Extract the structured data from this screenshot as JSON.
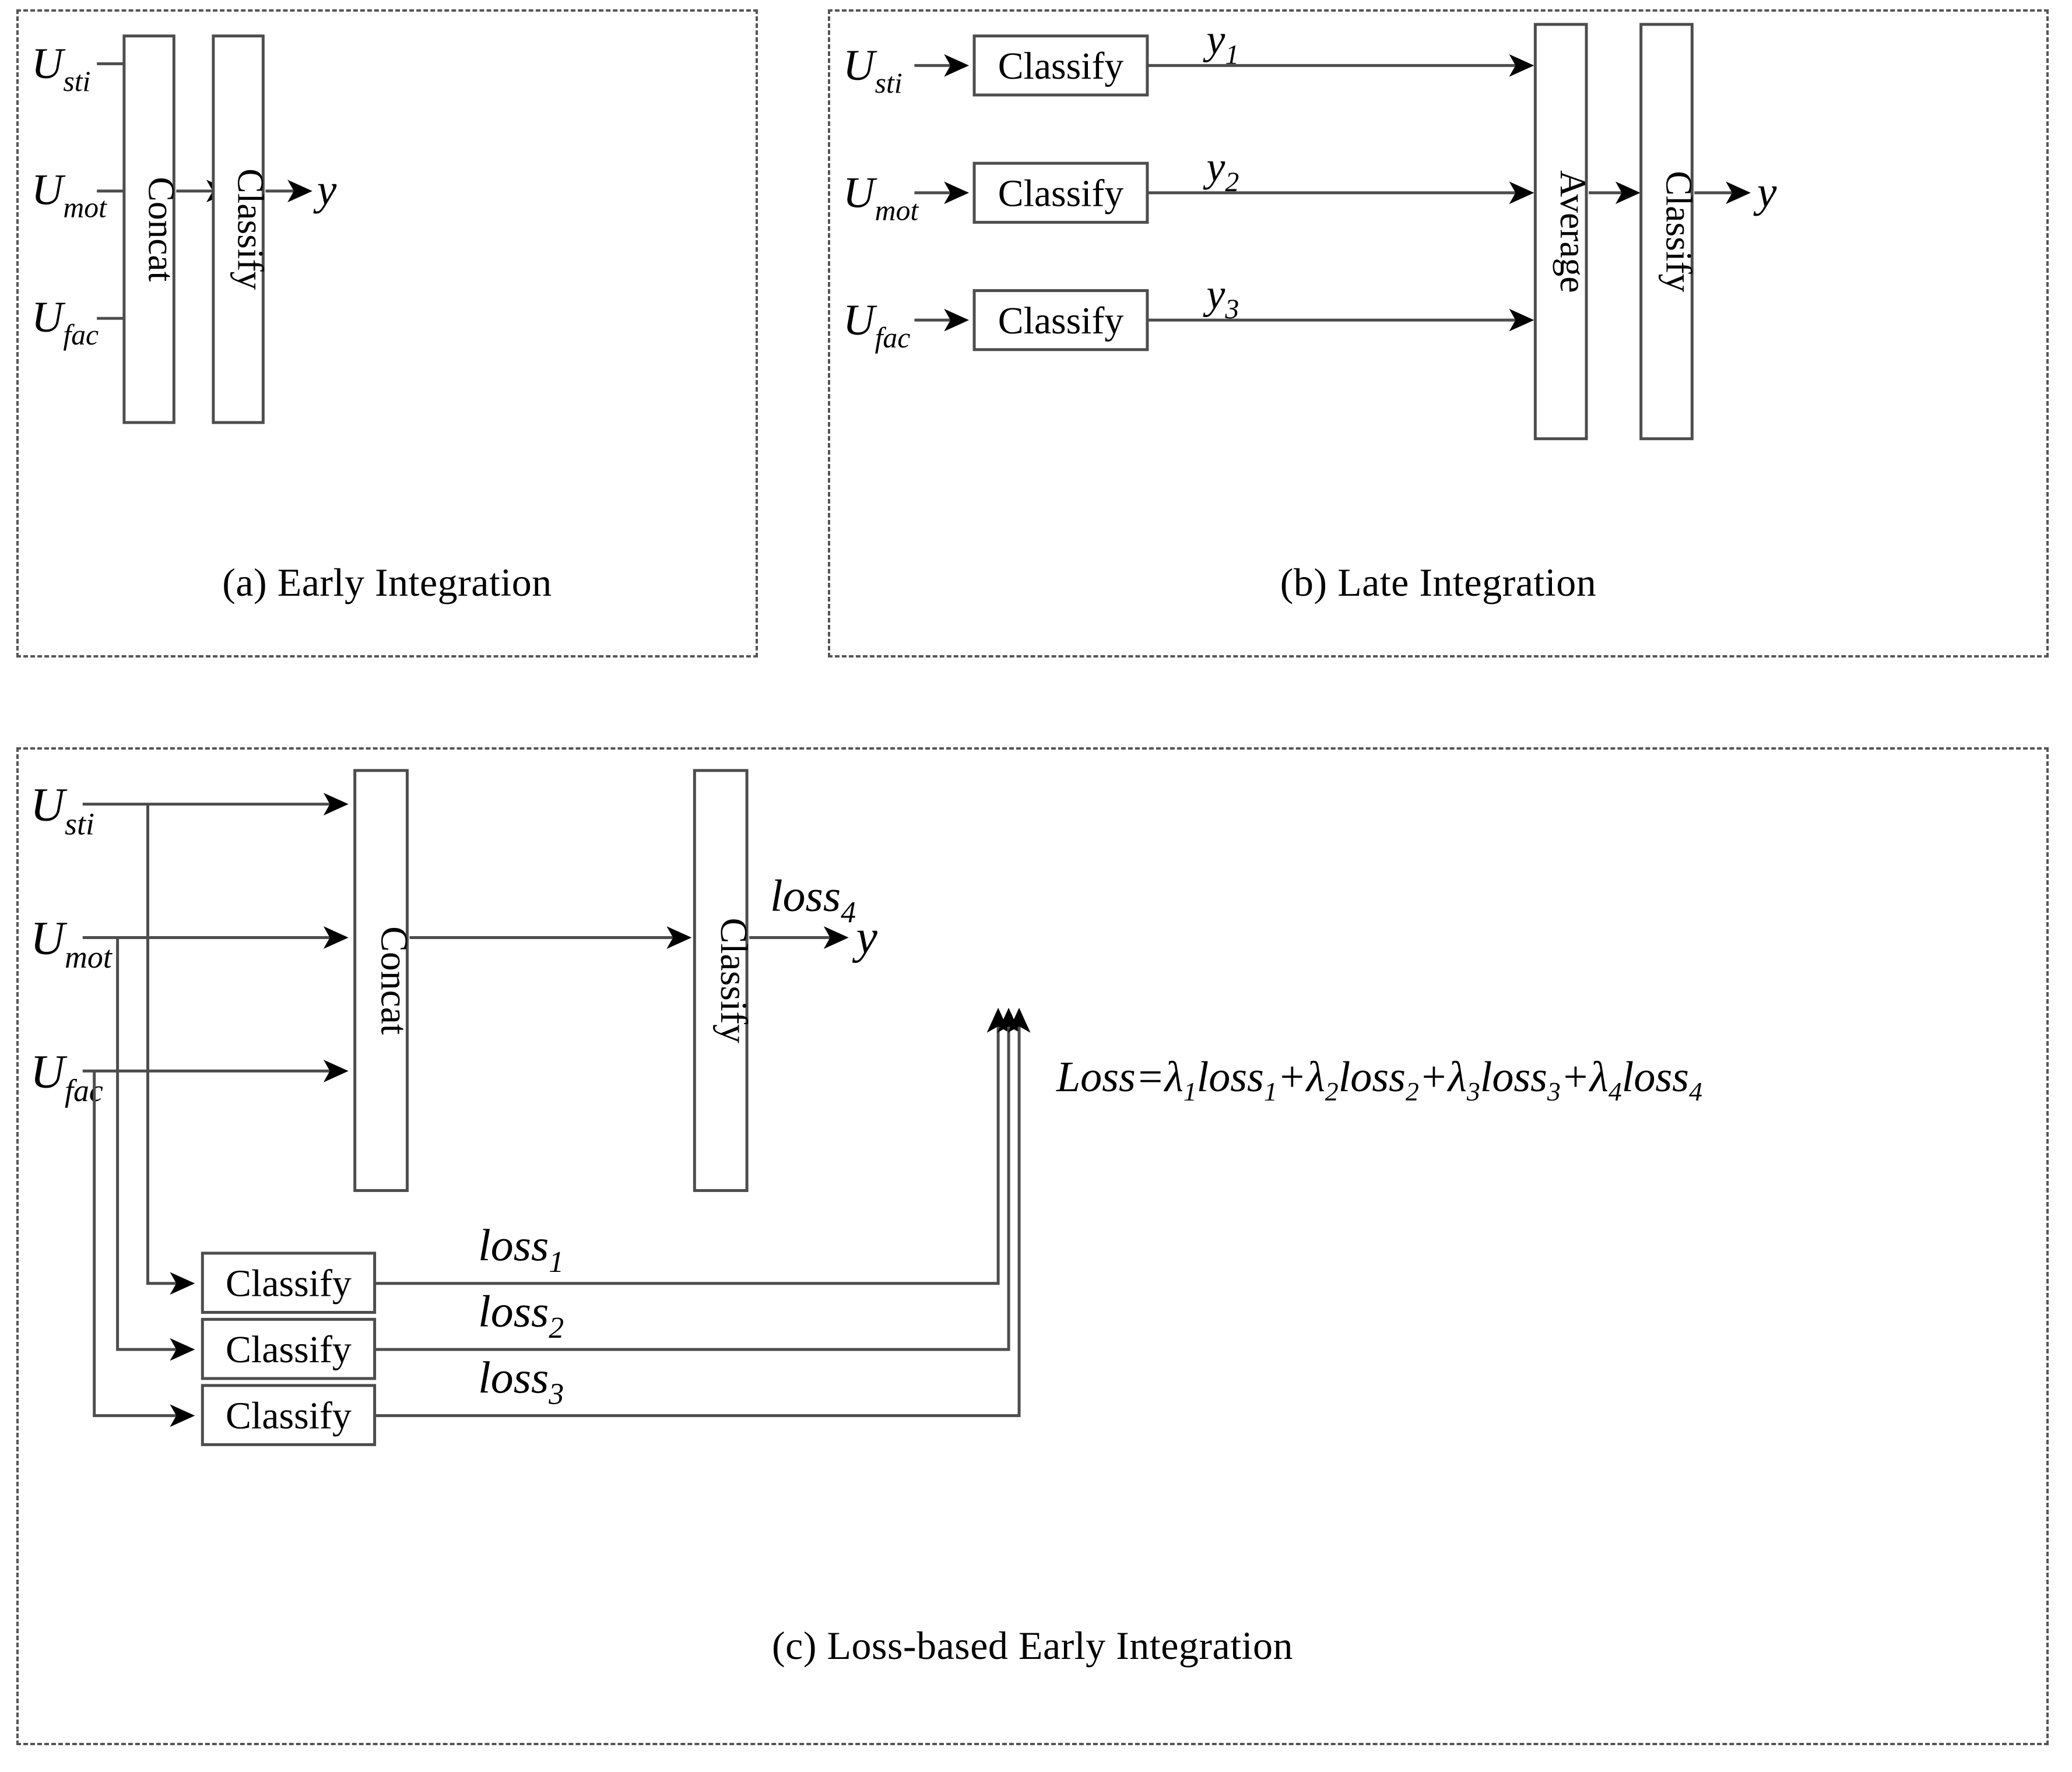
{
  "figure": {
    "type": "block-diagram",
    "description": "Three multimodal fusion architectures"
  },
  "panels": [
    {
      "id": "a",
      "caption": "(a) Early Integration",
      "inputs": [
        {
          "base": "U",
          "sub": "sti"
        },
        {
          "base": "U",
          "sub": "mot"
        },
        {
          "base": "U",
          "sub": "fac"
        }
      ],
      "blocks": [
        {
          "label": "Concat",
          "orientation": "vertical"
        },
        {
          "label": "Classify",
          "orientation": "vertical"
        }
      ],
      "output": {
        "base": "y",
        "sub": ""
      }
    },
    {
      "id": "b",
      "caption": "(b) Late Integration",
      "inputs": [
        {
          "base": "U",
          "sub": "sti"
        },
        {
          "base": "U",
          "sub": "mot"
        },
        {
          "base": "U",
          "sub": "fac"
        }
      ],
      "branch_blocks": [
        {
          "label": "Classify",
          "orientation": "horizontal"
        },
        {
          "label": "Classify",
          "orientation": "horizontal"
        },
        {
          "label": "Classify",
          "orientation": "horizontal"
        }
      ],
      "branch_outputs": [
        {
          "base": "y",
          "sub": "1"
        },
        {
          "base": "y",
          "sub": "2"
        },
        {
          "base": "y",
          "sub": "3"
        }
      ],
      "blocks": [
        {
          "label": "Average",
          "orientation": "vertical"
        },
        {
          "label": "Classify",
          "orientation": "vertical"
        }
      ],
      "output": {
        "base": "y",
        "sub": ""
      }
    },
    {
      "id": "c",
      "caption": "(c) Loss-based Early Integration",
      "inputs": [
        {
          "base": "U",
          "sub": "sti"
        },
        {
          "base": "U",
          "sub": "mot"
        },
        {
          "base": "U",
          "sub": "fac"
        }
      ],
      "blocks": [
        {
          "label": "Concat",
          "orientation": "vertical"
        },
        {
          "label": "Classify",
          "orientation": "vertical"
        }
      ],
      "aux_blocks": [
        {
          "label": "Classify",
          "orientation": "horizontal"
        },
        {
          "label": "Classify",
          "orientation": "horizontal"
        },
        {
          "label": "Classify",
          "orientation": "horizontal"
        }
      ],
      "aux_outputs": [
        {
          "base": "loss",
          "sub": "1"
        },
        {
          "base": "loss",
          "sub": "2"
        },
        {
          "base": "loss",
          "sub": "3"
        }
      ],
      "main_loss": {
        "base": "loss",
        "sub": "4"
      },
      "output": {
        "base": "y",
        "sub": ""
      },
      "equation": {
        "lhs": "Loss",
        "eq": "=",
        "terms": [
          {
            "coef_base": "λ",
            "coef_sub": "1",
            "term_base": "loss",
            "term_sub": "1"
          },
          {
            "coef_base": "λ",
            "coef_sub": "2",
            "term_base": "loss",
            "term_sub": "2"
          },
          {
            "coef_base": "λ",
            "coef_sub": "3",
            "term_base": "loss",
            "term_sub": "3"
          },
          {
            "coef_base": "λ",
            "coef_sub": "4",
            "term_base": "loss",
            "term_sub": "4"
          }
        ],
        "plain": "Loss=λ1loss1+λ2loss2+λ3loss3+λ4loss4"
      }
    }
  ],
  "colors": {
    "line": "#4d4d4d",
    "border": "#555555",
    "text": "#000000",
    "background": "#ffffff"
  }
}
